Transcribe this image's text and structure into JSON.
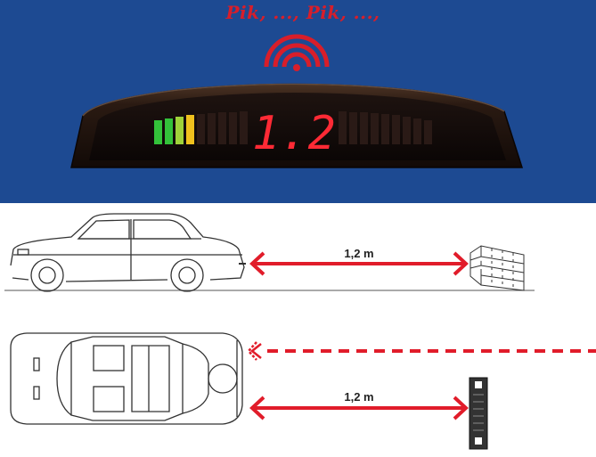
{
  "sound_text": "Pik, ..., Pik, ...,",
  "display": {
    "distance_readout": "1.2",
    "segments": [
      {
        "color": "#33c23a",
        "lit": true
      },
      {
        "color": "#33c23a",
        "lit": true
      },
      {
        "color": "#9fd23a",
        "lit": true
      },
      {
        "color": "#f0c11d",
        "lit": true
      }
    ]
  },
  "measurements": {
    "side_view_distance": "1,2 m",
    "top_view_distance": "1,2 m"
  },
  "colors": {
    "background_top": "#1d4a92",
    "arrow_red": "#e11c2a",
    "readout_red": "#ff2a35"
  }
}
